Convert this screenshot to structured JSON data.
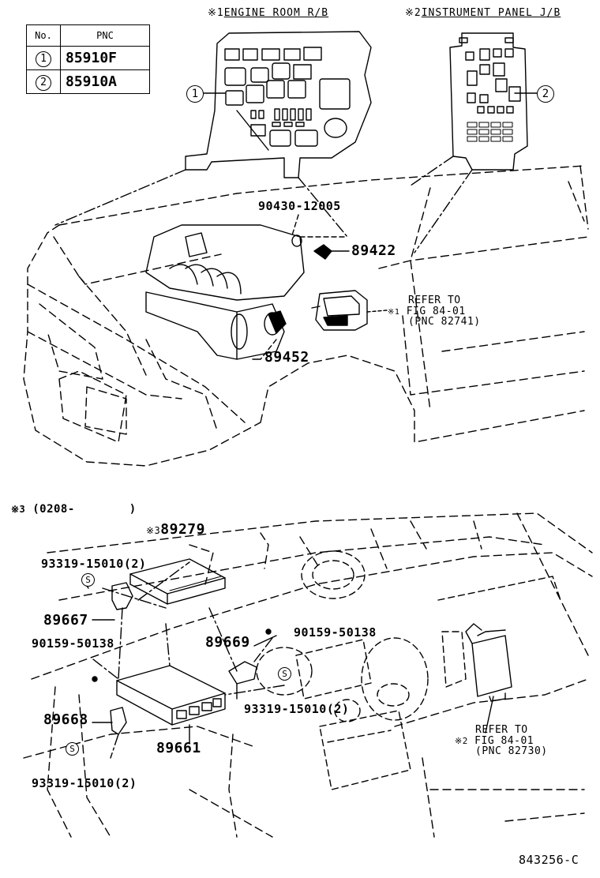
{
  "table": {
    "header_no": "No.",
    "header_pnc": "PNC",
    "rows": [
      {
        "no": "1",
        "pnc": "85910F"
      },
      {
        "no": "2",
        "pnc": "85910A"
      }
    ]
  },
  "insets": {
    "engine_room": {
      "mark": "※1",
      "title": "ENGINE ROOM R/B",
      "callout": "1"
    },
    "instrument_panel": {
      "mark": "※2",
      "title": "INSTRUMENT PANEL J/B",
      "callout": "2"
    }
  },
  "upper_parts": {
    "p_90430": "90430-12005",
    "p_89422": "89422",
    "p_89452": "89452",
    "ref1_mark": "※1",
    "ref1_line1": "REFER TO",
    "ref1_line2": "FIG 84-01",
    "ref1_line3": "(PNC 82741)"
  },
  "lower_parts": {
    "note_mark": "※3",
    "note_text": "(0208-",
    "note_close": ")",
    "p_89279_mark": "※3",
    "p_89279": "89279",
    "p_93319_a": "93319-15010(2)",
    "p_89667": "89667",
    "p_90159_a": "90159-50138",
    "p_89669": "89669",
    "p_90159_b": "90159-50138",
    "p_93319_b": "93319-15010(2)",
    "p_89668": "89668",
    "p_89661": "89661",
    "p_93319_c": "93319-15010(2)",
    "ref2_mark": "※2",
    "ref2_line1": "REFER TO",
    "ref2_line2": "FIG 84-01",
    "ref2_line3": "(PNC 82730)",
    "s_mark": "S"
  },
  "footer": {
    "code": "843256-C"
  }
}
